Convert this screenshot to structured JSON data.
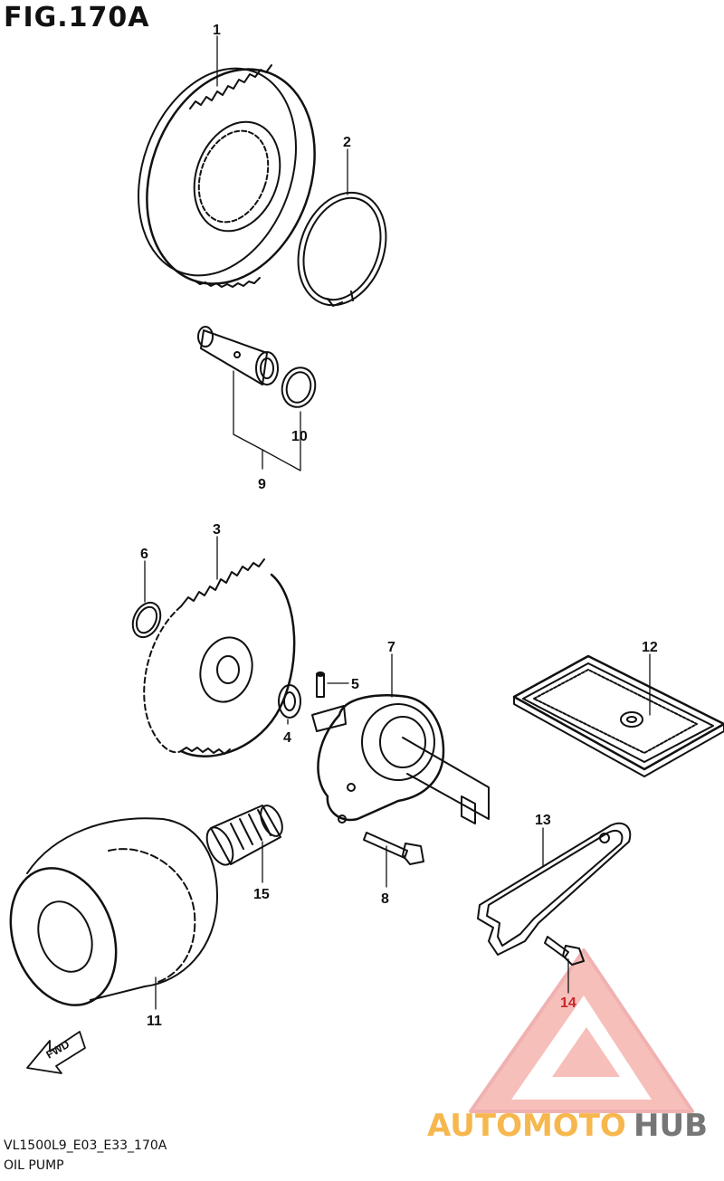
{
  "figure": {
    "title": "FIG.170A",
    "code": "VL1500L9_E03_E33_170A",
    "caption": "OIL PUMP"
  },
  "callouts": [
    "1",
    "2",
    "3",
    "4",
    "5",
    "6",
    "7",
    "8",
    "9",
    "10",
    "11",
    "12",
    "13",
    "14",
    "15"
  ],
  "fwd_label": "FWD",
  "watermark": {
    "text_a": "AUTOMOTO",
    "text_b": "HUB",
    "color_a": "#f5a623",
    "color_b": "#555555",
    "logo_color": "#e53935"
  }
}
